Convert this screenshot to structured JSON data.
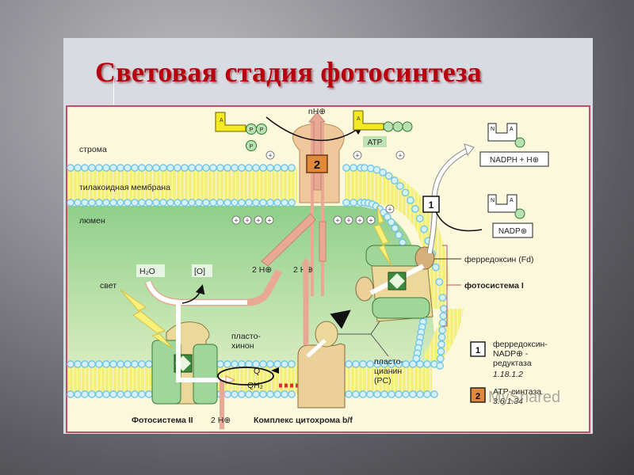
{
  "slide": {
    "title": "Световая стадия фотосинтеза"
  },
  "diagram": {
    "regions": {
      "stroma": "строма",
      "membrane": "тилакоидная мембрана",
      "lumen": "люмен"
    },
    "molecules": {
      "adp_letter": "A",
      "phosphate": "P",
      "atp": "ATP",
      "nh_plus": "nH⊕",
      "two_h_plus_a": "2 H⊕",
      "two_h_plus_b": "2 H⊕",
      "two_h_plus_bottom": "2 H⊕",
      "h2o": "H₂O",
      "oxygen": "[O]",
      "light": "свет",
      "plastoquinone_line1": "пласто-",
      "plastoquinone_line2": "хинон",
      "q": "Q",
      "qh2": "QH₂",
      "plastocyanin_line1": "пласто-",
      "plastocyanin_line2": "цианин",
      "plastocyanin_line3": "(PC)",
      "nadph": "NADPH + H⊕",
      "nadp": "NADP⊕",
      "n_letter": "N",
      "a_letter": "A"
    },
    "complexes": {
      "photosystem2": "Фотосистема II",
      "cytochrome": "Комплекс цитохрома b/f",
      "ferredoxin": "ферредоксин (Fd)",
      "photosystem1": "фотосистема I",
      "atp_synthase_box": "2",
      "reductase_box": "1"
    },
    "legend": [
      {
        "key": "1",
        "line1": "ферредоксин-",
        "line2": "NADP⊕ -",
        "line3": "редуктаза",
        "code": "1.18.1.2"
      },
      {
        "key": "2",
        "line1": "ATP-синтаза",
        "code": "3.6.1.34"
      }
    ],
    "watermark": "MyShared"
  },
  "colors": {
    "title": "#b8000e",
    "stroma": "#fbf7d6",
    "membrane_yellow": "#f4ef7a",
    "lipid_head": "#bfe6f4",
    "lumen_green": "#8fcf8a",
    "protein_green": "#9fd69a",
    "protein_tan": "#ecd09a",
    "synthase_orange": "#f0b98a",
    "proton_arrow": "#e8a894",
    "frame": "#c0506a"
  }
}
